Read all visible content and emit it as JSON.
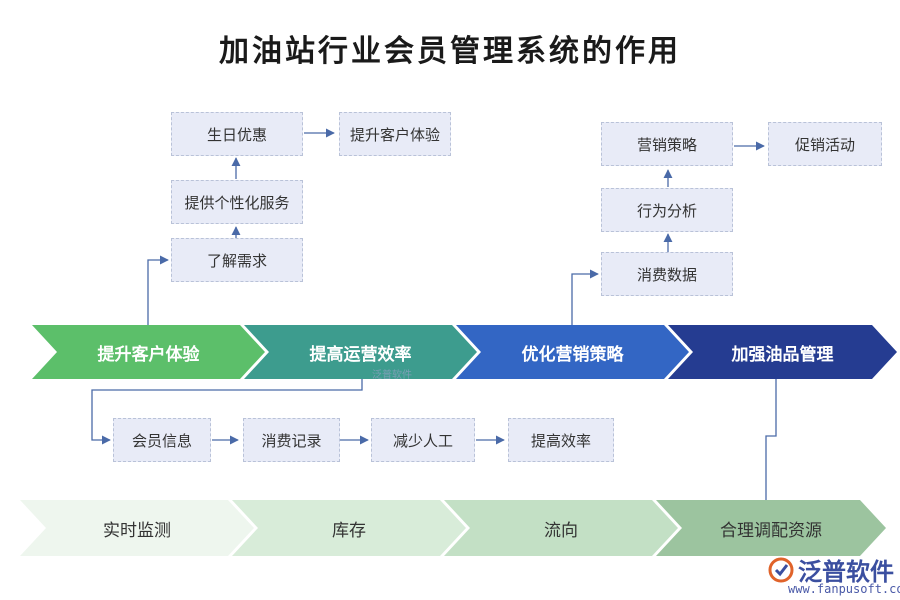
{
  "title": "加油站行业会员管理系统的作用",
  "main_steps": [
    "提升客户体验",
    "提高运营效率",
    "优化营销策略",
    "加强油品管理"
  ],
  "bottom_steps": [
    "实时监测",
    "库存",
    "流向",
    "合理调配资源"
  ],
  "branch_experience": {
    "need": "了解需求",
    "personalized": "提供个性化服务",
    "birthday": "生日优惠",
    "result": "提升客户体验"
  },
  "branch_efficiency": [
    "会员信息",
    "消费记录",
    "减少人工",
    "提高效率"
  ],
  "branch_marketing": {
    "data": "消费数据",
    "behavior": "行为分析",
    "strategy": "营销策略",
    "promotion": "促销活动"
  },
  "watermark": "泛普软件",
  "logo": {
    "name": "泛普软件",
    "url": "www.fanpusoft.com"
  },
  "colors": {
    "step1": "#5cbf6a",
    "step2": "#3d9c8e",
    "step3": "#3366c4",
    "step4": "#253c91",
    "bottom1": "#eef6ee",
    "bottom2": "#d8ecd9",
    "bottom3": "#c3e0c5",
    "bottom4": "#9cc49f",
    "box_fill": "#e8ebf7",
    "connector": "#4a6aa8"
  }
}
